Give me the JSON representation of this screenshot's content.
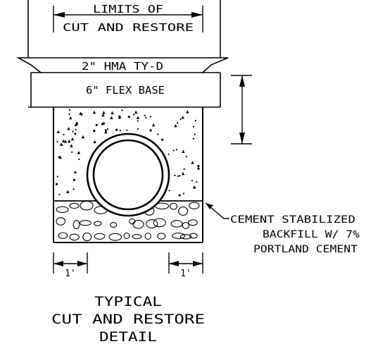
{
  "labels": {
    "limits_line1": "LIMITS OF",
    "limits_line2": "CUT AND RESTORE",
    "hma_layer": "2\" HMA TY-D",
    "flex_base": "6\" FLEX BASE",
    "backfill_line1": "CEMENT STABILIZED",
    "backfill_line2": "BACKFILL W/ 7%",
    "backfill_line3": "PORTLAND CEMENT",
    "dim_left": "1'",
    "dim_right": "1'",
    "title_line1": "TYPICAL",
    "title_line2": "CUT AND RESTORE",
    "title_line3": "DETAIL"
  },
  "colors": {
    "ink": "#000000",
    "paper": "#ffffff"
  }
}
